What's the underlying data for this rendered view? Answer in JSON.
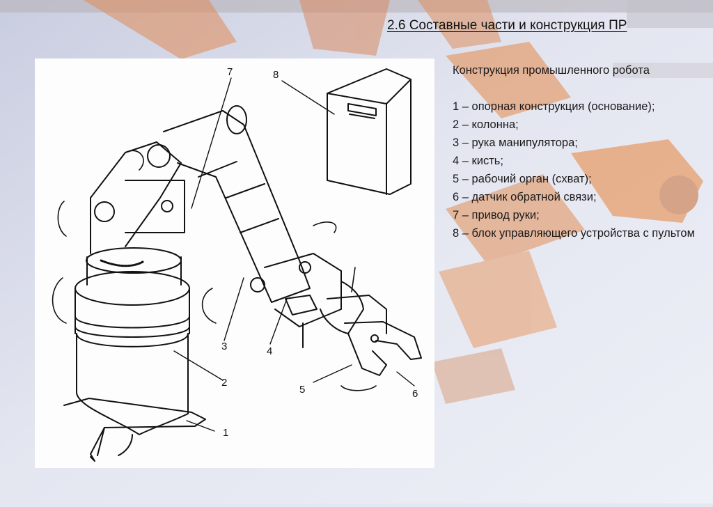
{
  "slide": {
    "title": "2.6 Составные части и конструкция ПР"
  },
  "description": {
    "heading": "Конструкция промышленного робота",
    "items": [
      "1 – опорная конструкция (основание);",
      "2 – колонна;",
      "3 – рука манипулятора;",
      "4 – кисть;",
      "5 – рабочий орган (схват);",
      "6 – датчик обратной связи;",
      "7 – привод руки;",
      "8 – блок управляющего устройства с пультом"
    ]
  },
  "figure": {
    "callouts": [
      "1",
      "2",
      "3",
      "4",
      "5",
      "6",
      "7",
      "8"
    ]
  },
  "colors": {
    "background": "#e4e6f1",
    "robot_accent": "#e07a3a",
    "figure_background": "#fdfdfd",
    "text": "#1a1a1a"
  }
}
